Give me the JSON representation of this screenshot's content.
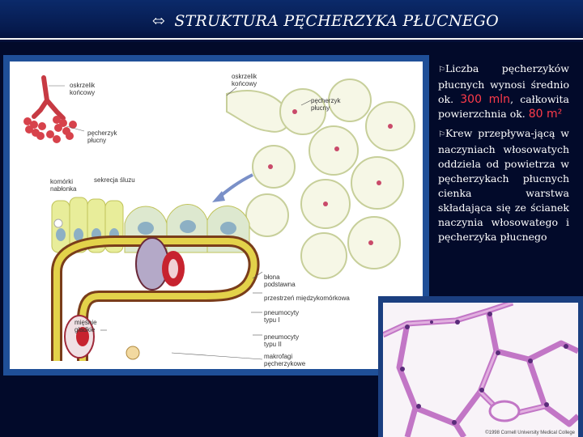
{
  "title": {
    "icon": "pointing-hand-arrow-icon",
    "text": "STRUKTURA PĘCHERZYKA PŁUCNEGO"
  },
  "diagram": {
    "labels": {
      "oskrzelik_left": "oskrzelik\nkońcowy",
      "pecherzyk_left": "pęcherzyk\npłucny",
      "oskrzelik_center": "oskrzelik\nkońcowy",
      "pecherzyk_right": "pęcherzyk\npłucny",
      "komorki": "komórki\nnabłonka",
      "sekrecja": "sekrecja śluzu",
      "blona": "błona\npodstawna",
      "przestrzen": "przestrzeń międzykomórkowa",
      "pneumocyty1": "pneumocyty\ntypu I",
      "miesnie": "mięśnie\ngładkie",
      "pneumocyty2": "pneumocyty\ntypu II",
      "makrofagi": "makrofagi\npęcherzykowe"
    }
  },
  "text": {
    "p1_before": "Liczba pęcherzyków płucnych wynosi średnio ok. ",
    "p1_value": "300 mln",
    "p1_middle": ", całkowita powierzchnia ok. ",
    "p1_area": "80 m²",
    "p2": "Krew przepływa-jącą w naczyniach włosowatych oddziela od powietrza w pęcherzykach płucnych cienka warstwa składająca się ze ścianek naczynia włosowatego i pęcherzyka płucnego"
  },
  "micrograph": {
    "copyright": "©1998 Cornell University Medical College"
  },
  "colors": {
    "background": "#020a2a",
    "highlight": "#ff3b4a",
    "frame": "#1f4f98"
  }
}
